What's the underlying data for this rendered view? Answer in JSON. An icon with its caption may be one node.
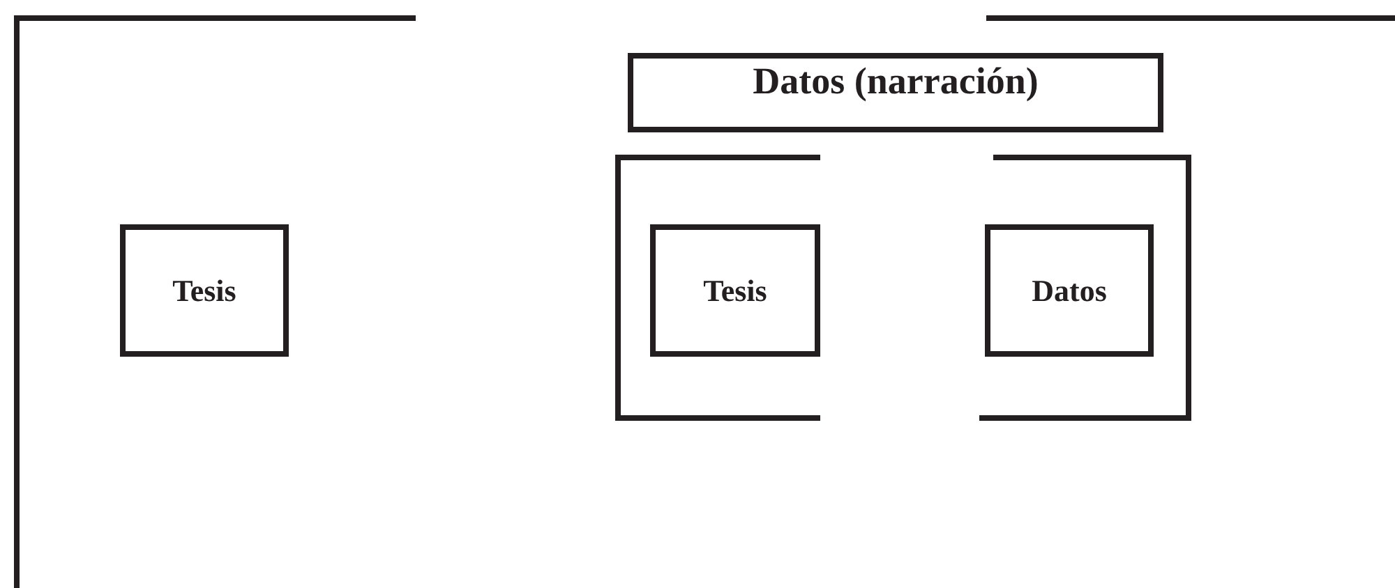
{
  "diagram": {
    "nodes": [
      {
        "text": [
          "Tesis"
        ]
      },
      {
        "text": [
          "Datos (narración)"
        ]
      },
      {
        "text": [
          "Tesis"
        ]
      },
      {
        "text": [
          "Datos"
        ]
      }
    ]
  }
}
